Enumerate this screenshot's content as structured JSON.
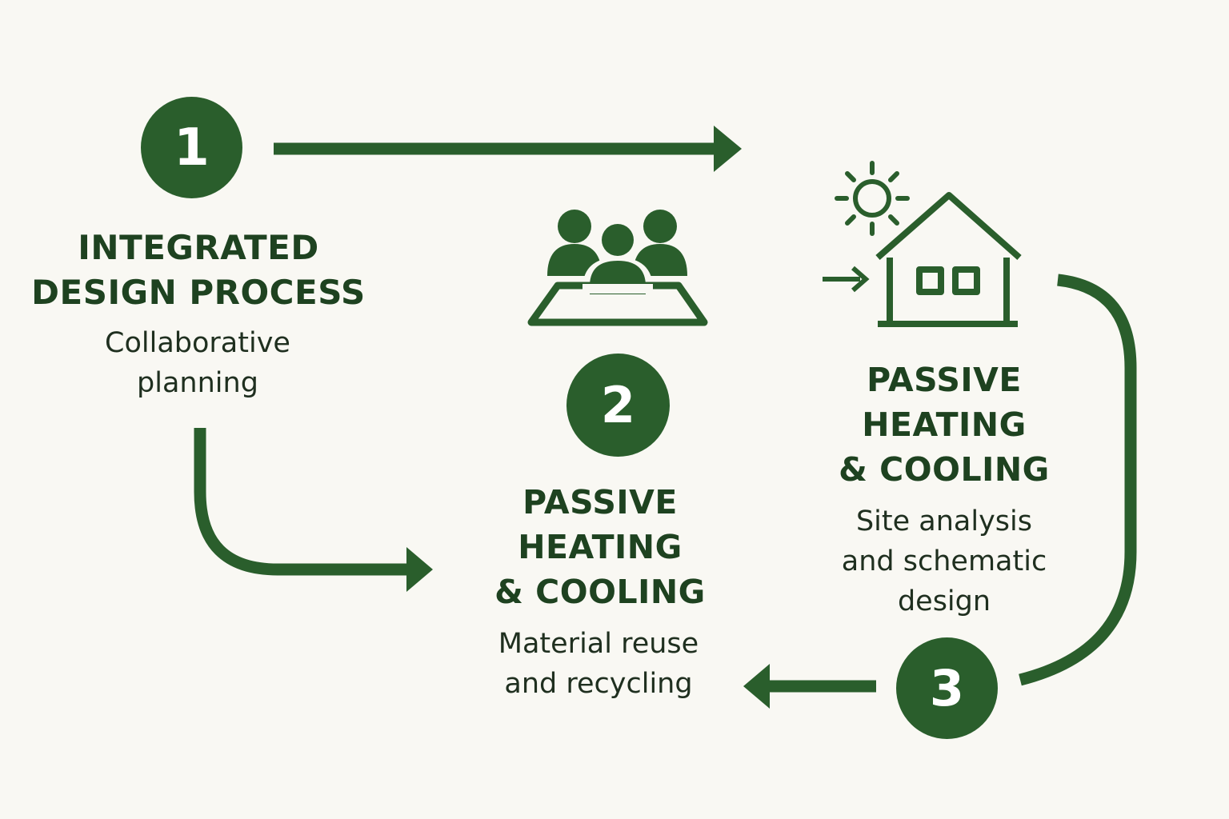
{
  "colors": {
    "primary": "#2a5e2c",
    "background": "#f9f8f3",
    "text": "#1e4220"
  },
  "steps": [
    {
      "number": "1",
      "title": "INTEGRATED\nDESIGN PROCESS",
      "description": "Collaborative\nplanning",
      "icon": ""
    },
    {
      "number": "2",
      "title": "PASSIVE\nHEATING\n& COOLING",
      "description": "Material reuse\nand recycling",
      "icon": "team-meeting-icon"
    },
    {
      "number": "3",
      "title": "PASSIVE\nHEATING\n& COOLING",
      "description": "Site analysis\nand schematic\ndesign",
      "icon": "sun-house-icon"
    }
  ]
}
